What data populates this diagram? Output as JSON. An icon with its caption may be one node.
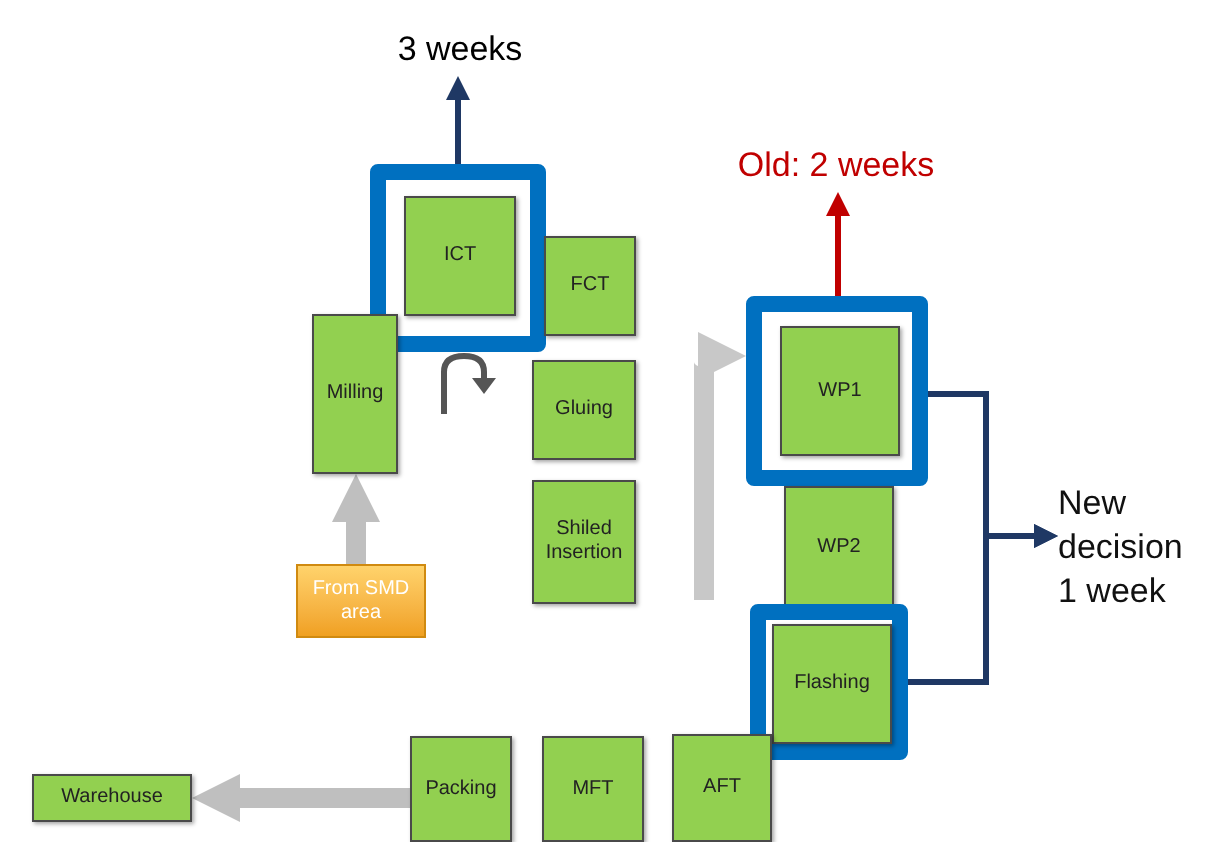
{
  "diagram": {
    "nodes": [
      {
        "text": [
          "3 weeks"
        ]
      },
      {
        "text": [],
        "shape": "box"
      },
      {
        "text": [
          "ICT"
        ],
        "in": 1
      },
      {
        "text": [
          "FCT"
        ]
      },
      {
        "text": [
          "Milling"
        ]
      },
      {
        "text": [
          "Gluing"
        ]
      },
      {
        "text": [
          "Shiled Insertion"
        ]
      },
      {
        "text": [
          "From SMD area"
        ]
      },
      {
        "text": [
          "Old: 2 weeks"
        ]
      },
      {
        "text": [],
        "shape": "box"
      },
      {
        "text": [
          "WP1"
        ],
        "in": 9
      },
      {
        "text": [
          "WP2"
        ]
      },
      {
        "text": [],
        "shape": "box"
      },
      {
        "text": [
          "Flashing"
        ],
        "in": 12
      },
      {
        "text": [
          "New decision 1 week"
        ]
      },
      {
        "text": [
          "Warehouse"
        ]
      },
      {
        "text": [
          "Packing"
        ]
      },
      {
        "text": [
          "MFT"
        ]
      },
      {
        "text": [
          "AFT"
        ]
      }
    ],
    "edges": [
      {
        "from": 1,
        "to": 0,
        "arrow": "to"
      },
      {
        "from": 9,
        "to": 8,
        "arrow": "to",
        "color": "#c00000"
      },
      {
        "from": 9,
        "to": 14,
        "arrow": "to"
      },
      {
        "from": 12,
        "to": 14,
        "arrow": "to"
      },
      {
        "from": 7,
        "to": 4,
        "arrow": "to",
        "style": "thick",
        "color": "#bfbfbf"
      },
      {
        "from": null,
        "to": 9,
        "arrow": "to",
        "style": "thick",
        "color": "#c8c8c8"
      },
      {
        "from": 16,
        "to": 15,
        "arrow": "to",
        "style": "thick",
        "color": "#bfbfbf"
      }
    ]
  }
}
